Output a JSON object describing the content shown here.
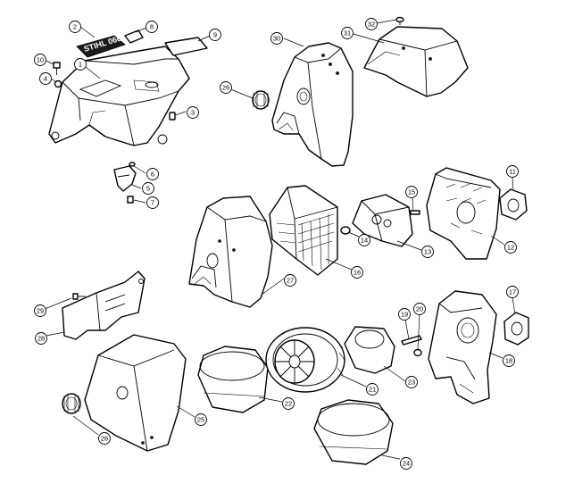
{
  "logo_text": "STIHL 066",
  "callouts": [
    {
      "id": "1",
      "label": "1"
    },
    {
      "id": "2",
      "label": "2"
    },
    {
      "id": "3",
      "label": "3"
    },
    {
      "id": "4",
      "label": "4"
    },
    {
      "id": "5",
      "label": "5"
    },
    {
      "id": "6",
      "label": "6"
    },
    {
      "id": "7",
      "label": "7"
    },
    {
      "id": "8",
      "label": "8"
    },
    {
      "id": "9",
      "label": "9"
    },
    {
      "id": "10",
      "label": "10"
    },
    {
      "id": "11",
      "label": "11"
    },
    {
      "id": "12",
      "label": "12"
    },
    {
      "id": "13",
      "label": "13"
    },
    {
      "id": "14",
      "label": "14"
    },
    {
      "id": "15",
      "label": "15"
    },
    {
      "id": "16",
      "label": "16"
    },
    {
      "id": "17",
      "label": "17"
    },
    {
      "id": "18",
      "label": "18"
    },
    {
      "id": "19",
      "label": "19"
    },
    {
      "id": "20",
      "label": "20"
    },
    {
      "id": "21",
      "label": "21"
    },
    {
      "id": "22",
      "label": "22"
    },
    {
      "id": "23",
      "label": "23"
    },
    {
      "id": "24",
      "label": "24"
    },
    {
      "id": "25",
      "label": "25"
    },
    {
      "id": "26a",
      "label": "26"
    },
    {
      "id": "26b",
      "label": "26"
    },
    {
      "id": "27",
      "label": "27"
    },
    {
      "id": "28",
      "label": "28"
    },
    {
      "id": "29",
      "label": "29"
    },
    {
      "id": "30",
      "label": "30"
    },
    {
      "id": "31",
      "label": "31"
    },
    {
      "id": "32",
      "label": "32"
    }
  ]
}
